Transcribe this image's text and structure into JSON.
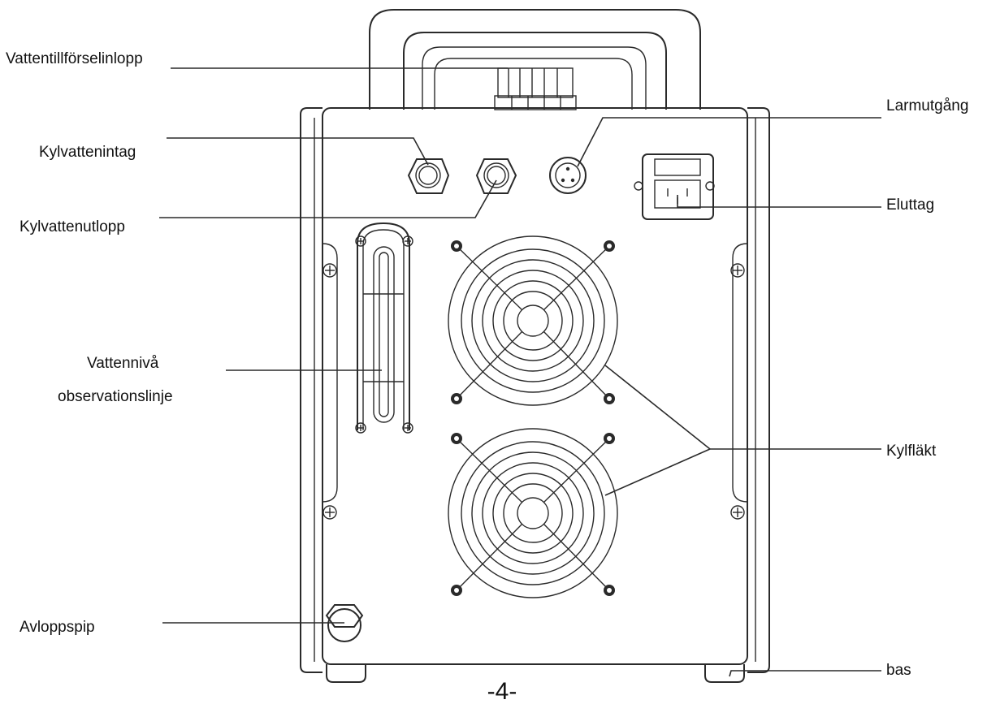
{
  "labels": {
    "water_supply_inlet": "Vattentillförselinlopp",
    "cooling_water_intake": "Kylvattenintag",
    "cooling_water_outlet": "Kylvattenutlopp",
    "water_level_line1": "Vattennivå",
    "water_level_line2": "observationslinje",
    "drain_spout": "Avloppspip",
    "alarm_output": "Larmutgång",
    "power_socket": "Eluttag",
    "cooling_fan": "Kylfläkt",
    "base": "bas"
  },
  "page_number": "-4-",
  "colors": {
    "line": "#2a2a2a",
    "text": "#111111",
    "background": "#ffffff"
  }
}
